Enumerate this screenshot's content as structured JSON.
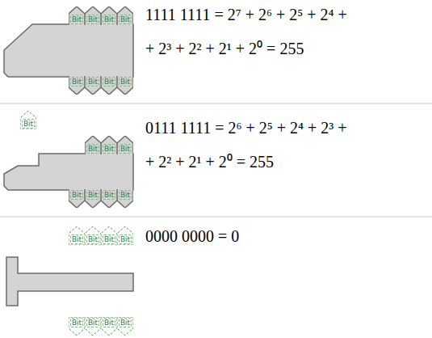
{
  "diagram": {
    "nodes": [
      {
        "text": [
          "Bit"
        ]
      },
      {
        "text": [
          "Bit"
        ]
      },
      {
        "text": [
          "Bit"
        ]
      },
      {
        "text": [
          "Bit"
        ]
      },
      {
        "text": [
          "Bit"
        ]
      },
      {
        "text": [
          "Bit"
        ]
      },
      {
        "text": [
          "Bit"
        ]
      },
      {
        "text": [
          "Bit"
        ]
      },
      {
        "text": [
          "Bit"
        ]
      },
      {
        "text": [
          "Bit"
        ]
      },
      {
        "text": [
          "Bit"
        ]
      },
      {
        "text": [
          "Bit"
        ]
      },
      {
        "text": [
          "Bit"
        ]
      },
      {
        "text": [
          "Bit"
        ]
      },
      {
        "text": [
          "Bit"
        ]
      },
      {
        "text": [
          "Bit"
        ]
      },
      {
        "text": [
          "Bit"
        ]
      },
      {
        "text": [
          "Bit"
        ]
      },
      {
        "text": [
          "Bit"
        ]
      },
      {
        "text": [
          "Bit"
        ]
      },
      {
        "text": [
          "Bit"
        ]
      },
      {
        "text": [
          "Bit"
        ]
      },
      {
        "text": [
          "Bit"
        ]
      },
      {
        "text": [
          "Bit"
        ]
      }
    ],
    "labels": [
      "1111 1111 = 2⁷ + 2⁶ + 2⁵ + 2⁴ +",
      "+ 2³ + 2² + 2¹ + 2⁰ = 255",
      "0111 1111 = 2⁶ + 2⁵ + 2⁴ + 2³ +",
      "+ 2² + 2¹ + 2⁰ = 255",
      "0000 0000 = 0"
    ]
  }
}
